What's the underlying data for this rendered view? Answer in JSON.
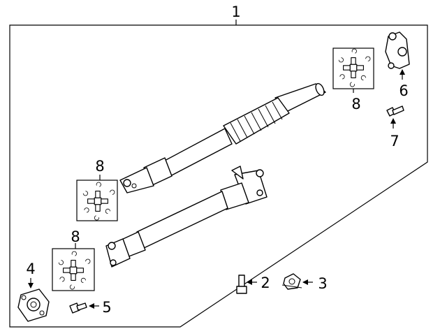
{
  "callouts": {
    "c1": "1",
    "c2": "2",
    "c3": "3",
    "c4": "4",
    "c5": "5",
    "c6": "6",
    "c7": "7",
    "c8_top": "8",
    "c8_mid": "8",
    "c8_bottom": "8"
  }
}
